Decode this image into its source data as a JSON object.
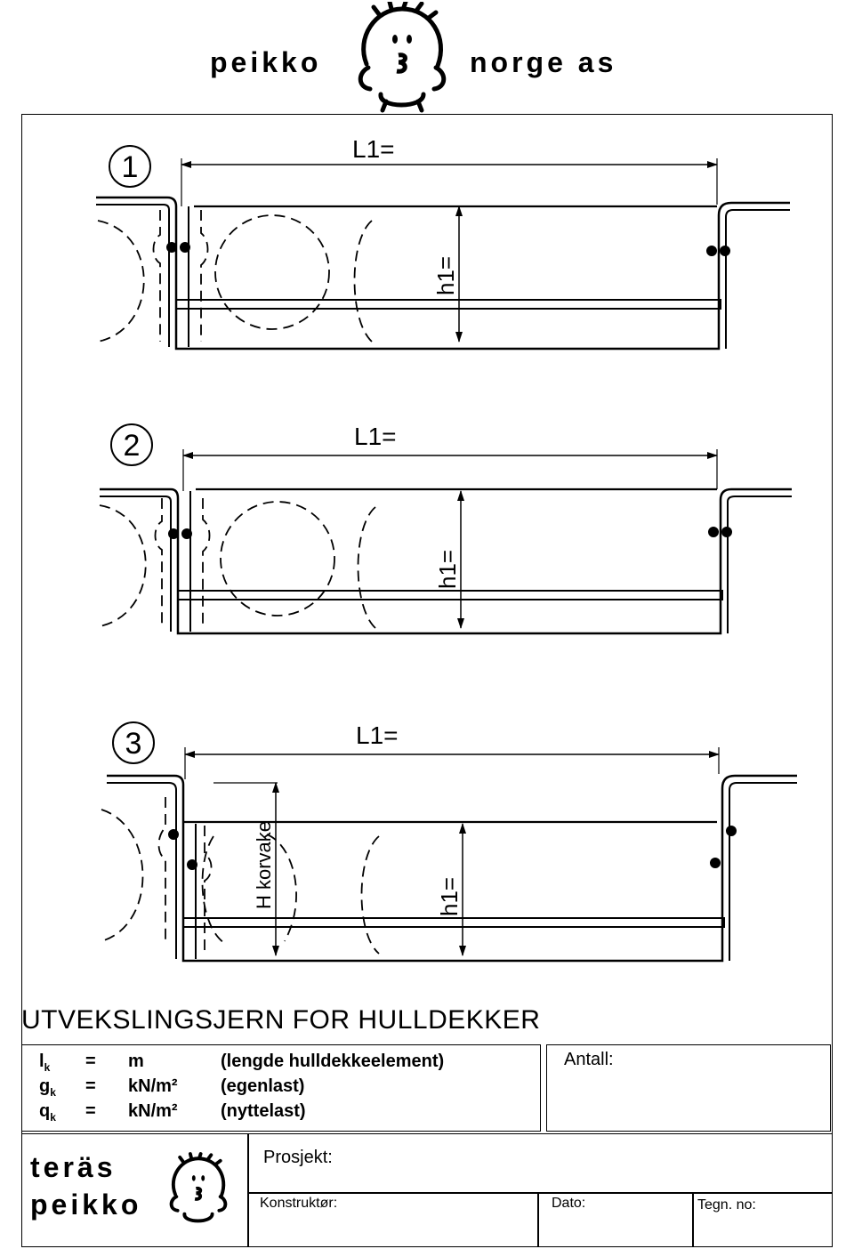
{
  "header": {
    "brand_left": "peikko",
    "brand_right": "norge as"
  },
  "drawings": [
    {
      "number": "1",
      "span_label": "L1=",
      "height_label": "h1="
    },
    {
      "number": "2",
      "span_label": "L1=",
      "height_label": "h1="
    },
    {
      "number": "3",
      "span_label": "L1=",
      "height_label": "h1=",
      "extra_label": "H korvake"
    }
  ],
  "title": "UTVEKSLINGSJERN FOR HULLDEKKER",
  "specs": [
    {
      "symbol": "l",
      "sub": "k",
      "eq": "=",
      "unit": "m",
      "note": "(lengde hulldekkeelement)"
    },
    {
      "symbol": "g",
      "sub": "k",
      "eq": "=",
      "unit": "kN/m²",
      "note": "(egenlast)"
    },
    {
      "symbol": "q",
      "sub": "k",
      "eq": "=",
      "unit": "kN/m²",
      "note": "(nyttelast)"
    }
  ],
  "antall_label": "Antall:",
  "footer": {
    "brand_line1": "teräs",
    "brand_line2": "peikko",
    "prosjekt_label": "Prosjekt:",
    "konstruktor_label": "Konstruktør:",
    "dato_label": "Dato:",
    "tegn_label": "Tegn. no:"
  }
}
